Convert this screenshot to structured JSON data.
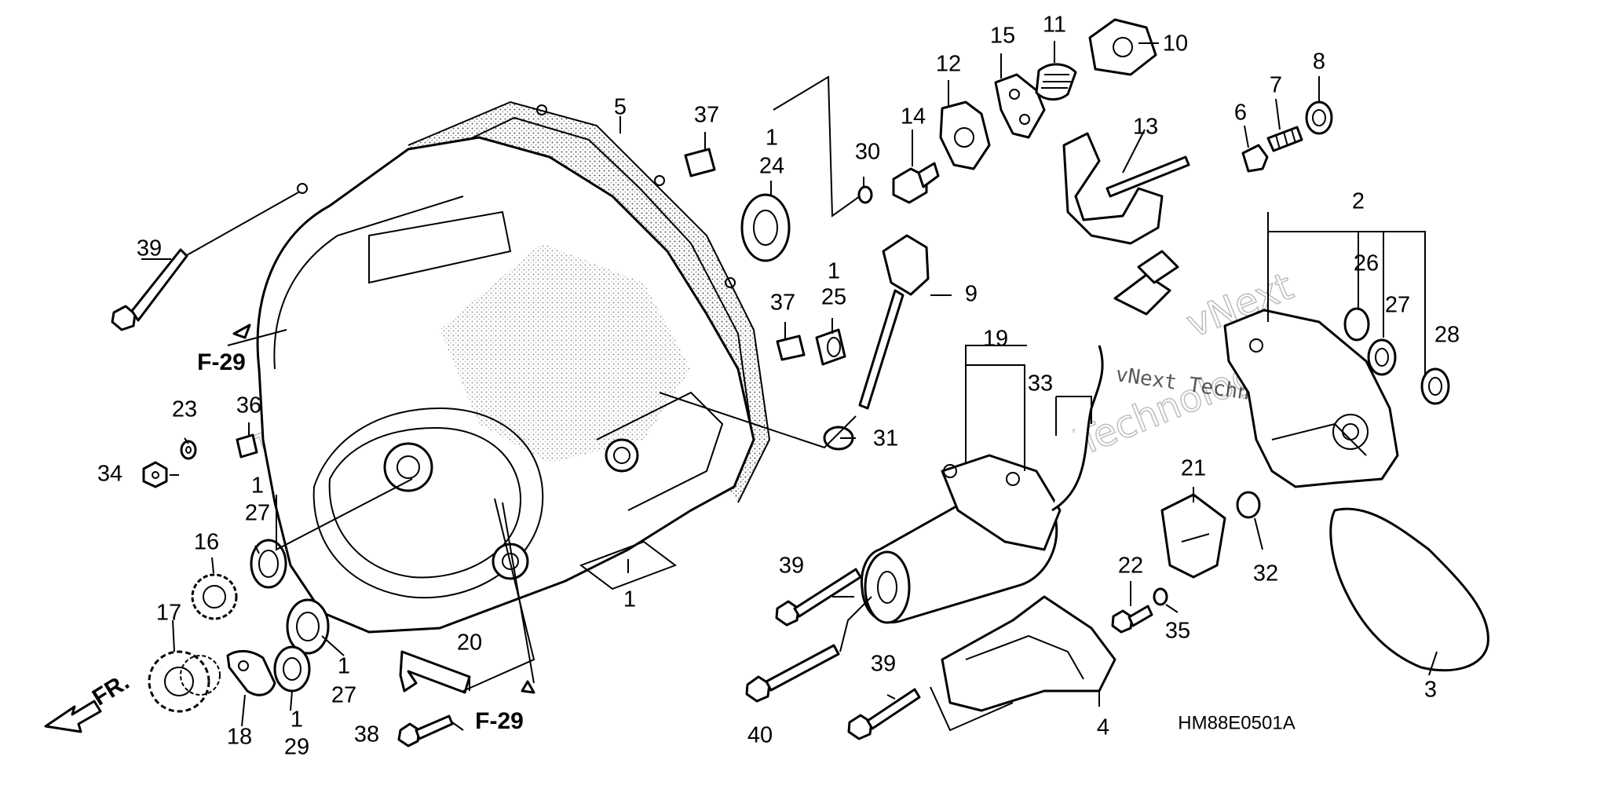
{
  "callouts": {
    "n1": "1",
    "n2": "2",
    "n3": "3",
    "n4": "4",
    "n5": "5",
    "n6": "6",
    "n7": "7",
    "n8": "8",
    "n9": "9",
    "n10": "10",
    "n11": "11",
    "n12": "12",
    "n13": "13",
    "n14": "14",
    "n15": "15",
    "n16": "16",
    "n17": "17",
    "n18": "18",
    "n19": "19",
    "n20": "20",
    "n21": "21",
    "n22": "22",
    "n23": "23",
    "n24": "24",
    "n25": "25",
    "n26": "26",
    "n27": "27",
    "n28": "28",
    "n29": "29",
    "n30": "30",
    "n31": "31",
    "n32": "32",
    "n33": "33",
    "n34": "34",
    "n35": "35",
    "n36": "36",
    "n37": "37",
    "n38": "38",
    "n39": "39",
    "n40": "40"
  },
  "refs": {
    "f29": "F-29",
    "fr": "FR."
  },
  "diagram_code": "HM88E0501A",
  "watermark": {
    "line1": "vNext Technologies",
    "big1": "vNext",
    "big2": "Technologies"
  },
  "colors": {
    "ink": "#000000",
    "stipple": "#555555",
    "paper": "#ffffff"
  }
}
